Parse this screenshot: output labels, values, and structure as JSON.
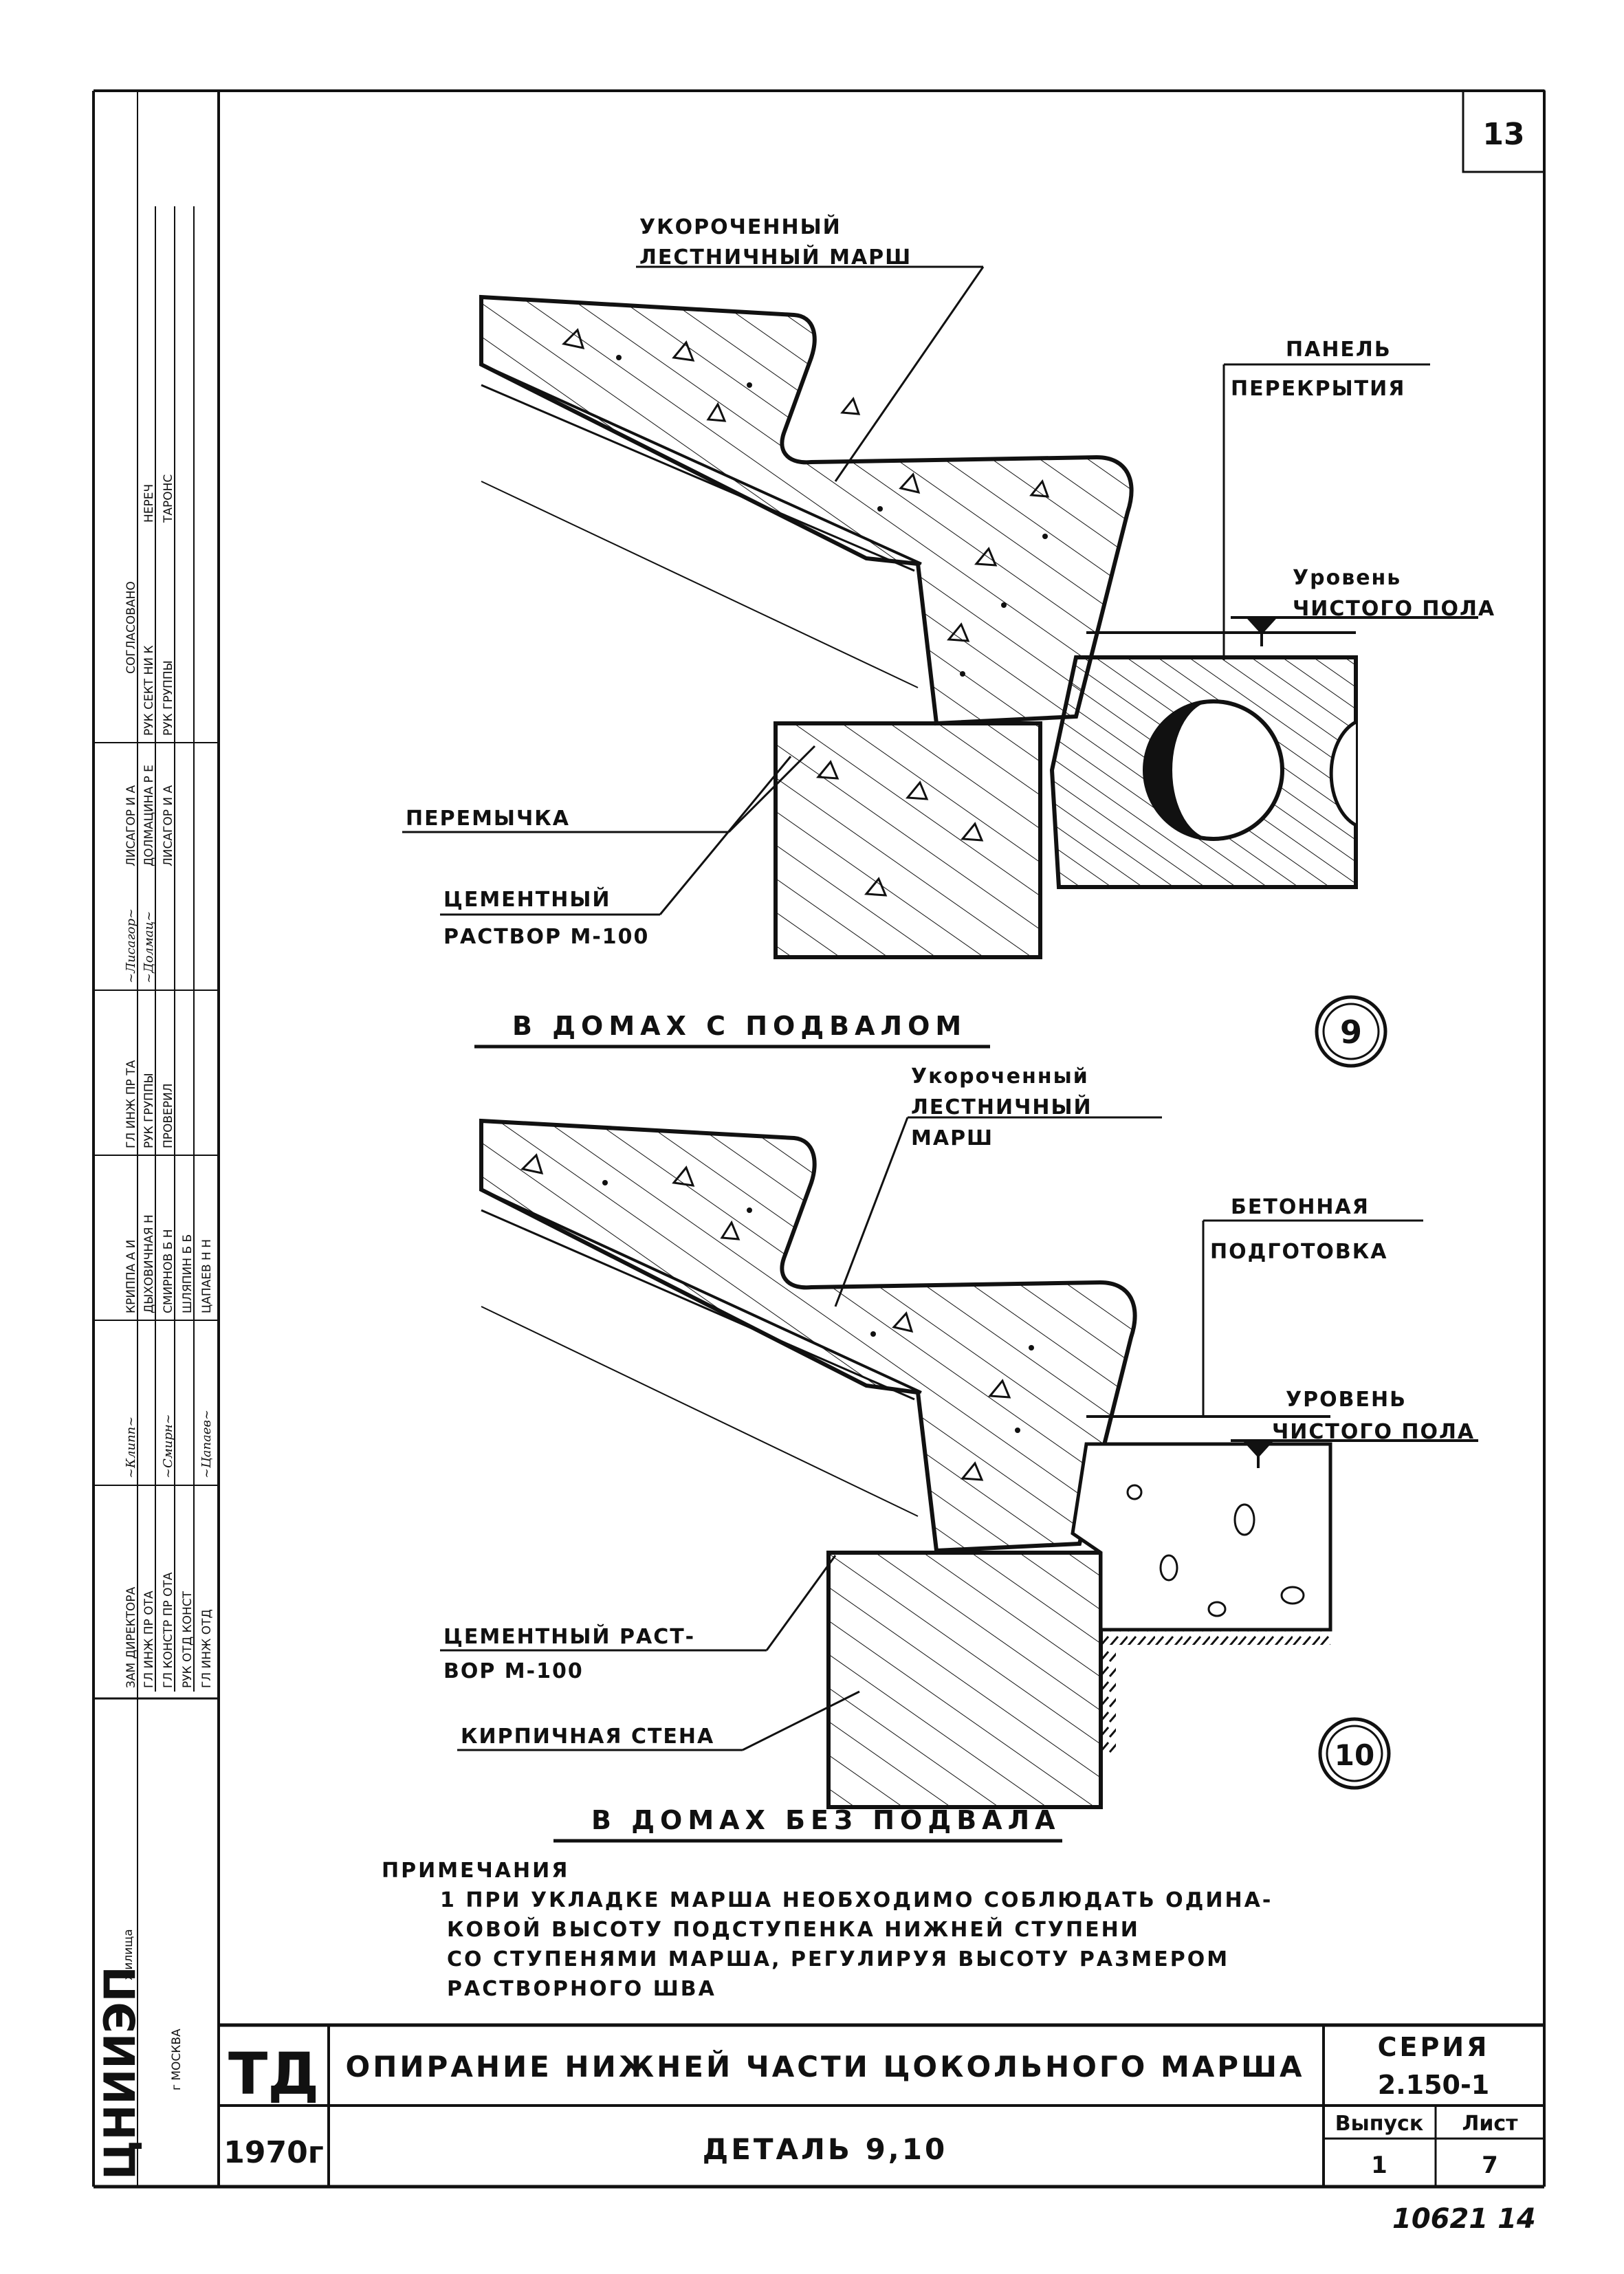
{
  "sheet_number": "13",
  "handwritten_number": "10621  14",
  "detail9": {
    "marker": "9",
    "label_stair": [
      "УКОРОЧЕННЫЙ",
      "ЛЕСТНИЧНЫЙ МАРШ"
    ],
    "label_panel": [
      "ПАНЕЛЬ",
      "ПЕРЕКРЫТИЯ"
    ],
    "label_level": [
      "Уровень",
      "ЧИСТОГО ПОЛА"
    ],
    "label_lintel": "ПЕРЕМЫЧКА",
    "label_mortar": [
      "ЦЕМЕНТНЫЙ",
      "РАСТВОР М-100"
    ],
    "caption": "В ДОМАХ С ПОДВАЛОМ"
  },
  "detail10": {
    "marker": "10",
    "label_stair": [
      "Укороченный",
      "ЛЕСТНИЧНЫЙ",
      "МАРШ"
    ],
    "label_concrete": [
      "БЕТОННАЯ",
      "ПОДГОТОВКА"
    ],
    "label_level": [
      "УРОВЕНЬ",
      "ЧИСТОГО ПОЛА"
    ],
    "label_mortar": [
      "ЦЕМЕНТНЫЙ РАСТ-",
      "ВОР М-100"
    ],
    "label_wall": "КИРПИЧНАЯ СТЕНА",
    "caption": "В ДОМАХ БЕЗ ПОДВАЛА"
  },
  "notes": {
    "heading": "ПРИМЕЧАНИЯ",
    "lines": [
      "1 ПРИ УКЛАДКЕ МАРША НЕОБХОДИМО СОБЛЮДАТЬ ОДИНА-",
      "КОВОЙ ВЫСОТУ ПОДСТУПЕНКА НИЖНЕЙ СТУПЕНИ",
      "СО СТУПЕНЯМИ МАРША, РЕГУЛИРУЯ ВЫСОТУ РАЗМЕРОМ",
      "РАСТВОРНОГО ШВА"
    ]
  },
  "title_block": {
    "org_code": "ТД",
    "year": "1970г",
    "title": "ОПИРАНИЕ НИЖНЕЙ ЧАСТИ ЦОКОЛЬНОГО МАРША",
    "subtitle": "ДЕТАЛЬ 9,10",
    "series_label": "СЕРИЯ",
    "series_value": "2.150-1",
    "issue_label": "Выпуск",
    "issue_value": "1",
    "sheet_label": "Лист",
    "sheet_value": "7"
  },
  "sidebar": {
    "institute": "ЦНИИЭП",
    "institute_sub": "жилища",
    "city": "г МОСКВА",
    "roles": [
      "ЗАМ ДИРЕКТОРА",
      "ГЛ ИНЖ ПР ОТА",
      "ГЛ КОНСТР ПР ОТА",
      "РУК ОТД КОНСТ",
      "ГЛ ИНЖ ОТД"
    ],
    "names": [
      "КРИППА А И",
      "ДЫХОВИЧНАЯ Н",
      "СМИРНОВ Б Н",
      "ШЛЯПИН Б Б",
      "ЦАПАЕВ Н Н"
    ],
    "roles2": [
      "ГЛ ИНЖ ПР ТА",
      "РУК ГРУППЫ",
      "ПРОВЕРИЛ"
    ],
    "names2": [
      "ЛИСАГОР И А",
      "ДОЛМАЦИНА Р Е",
      "ЛИСАГОР И А"
    ],
    "agreed": "СОГЛАСОВАНО",
    "agreed_roles": [
      "РУК СЕКТ НИ К",
      "РУК ГРУППЫ"
    ],
    "agreed_cols": [
      "НЕРЕЧ",
      "ТАРОНС"
    ]
  }
}
